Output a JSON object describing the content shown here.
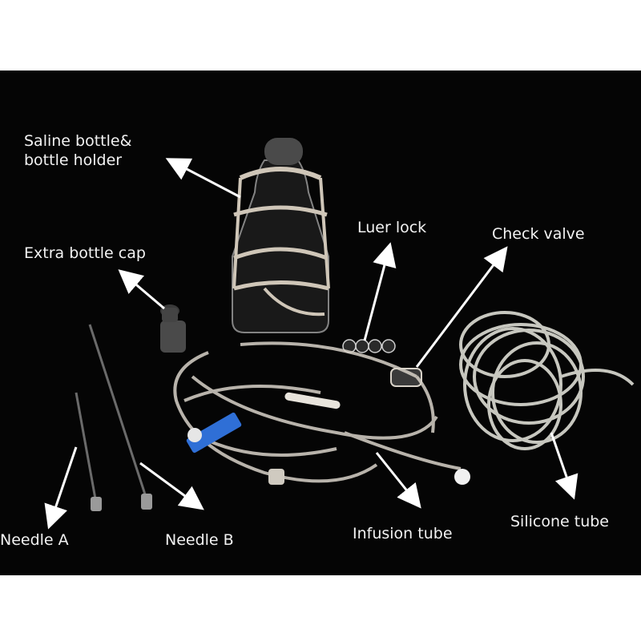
{
  "labels": {
    "saline_bottle_line1": "Saline bottle&",
    "saline_bottle_line2": "bottle holder",
    "extra_bottle_cap": "Extra bottle cap",
    "luer_lock": "Luer lock",
    "check_valve": "Check valve",
    "needle_a": "Needle A",
    "needle_b": "Needle B",
    "infusion_tube": "Infusion tube",
    "silicone_tube": "Silicone tube"
  },
  "colors": {
    "background": "#050505",
    "label_text": "#f2f2f2",
    "arrow": "#ffffff",
    "tube": "#d8d2c8",
    "clamp": "#2f6fd6",
    "bottle_cap": "#4a4a4a"
  }
}
